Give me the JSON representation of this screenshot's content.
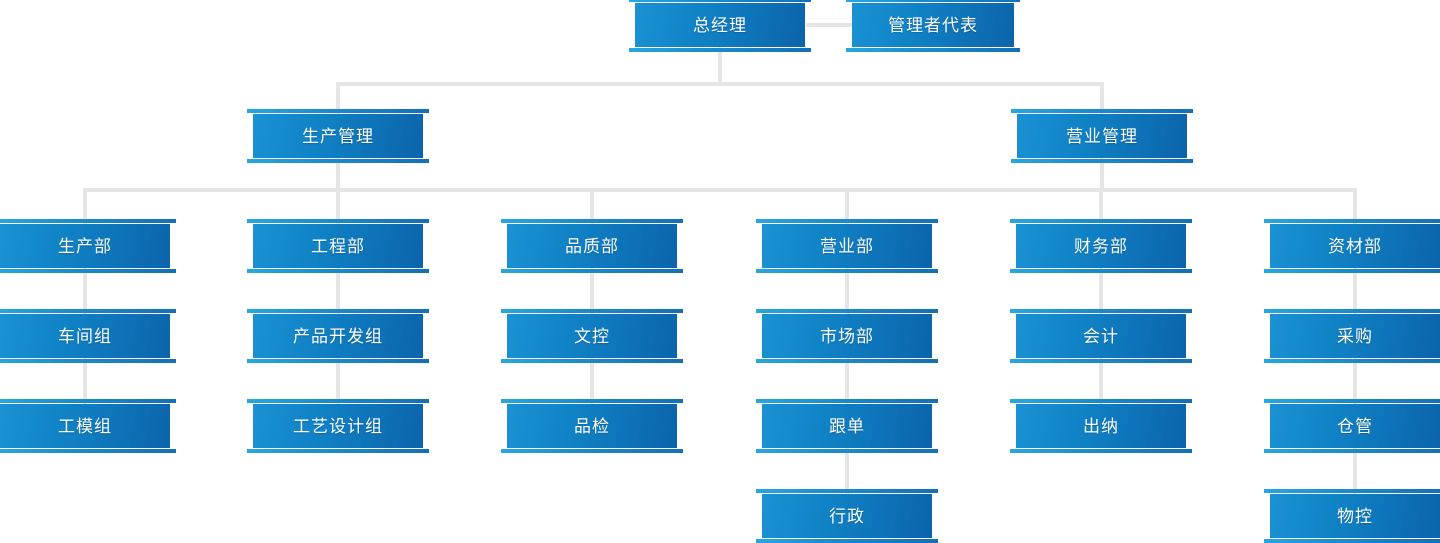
{
  "chart_title": "",
  "theme": {
    "box_gradient_from": "#1a92d4",
    "box_gradient_to": "#0c64ab",
    "accent_bar": "#28a7e0",
    "connector": "#e5e5e5",
    "text": "#ffffff",
    "background": "#ffffff"
  },
  "nodes": {
    "general_manager": "总经理",
    "management_rep": "管理者代表",
    "production_mgmt": "生产管理",
    "business_mgmt": "营业管理",
    "production_dept": "生产部",
    "engineering_dept": "工程部",
    "quality_dept": "品质部",
    "sales_dept": "营业部",
    "finance_dept": "财务部",
    "materials_dept": "资材部",
    "workshop_group": "车间组",
    "product_dev_group": "产品开发组",
    "doc_control": "文控",
    "marketing_dept": "市场部",
    "accounting": "会计",
    "purchasing": "采购",
    "tooling_group": "工模组",
    "process_design_group": "工艺设计组",
    "quality_inspection": "品检",
    "order_follow_up": "跟单",
    "cashier": "出纳",
    "warehouse": "仓管",
    "administration": "行政",
    "material_control": "物控"
  },
  "hierarchy": {
    "root": "总经理",
    "staff": [
      "管理者代表"
    ],
    "level2": [
      "生产管理",
      "营业管理"
    ],
    "level3": [
      "生产部",
      "工程部",
      "品质部",
      "营业部",
      "财务部",
      "资材部"
    ],
    "branches": [
      {
        "dept": "生产部",
        "children": [
          "车间组",
          "工模组"
        ]
      },
      {
        "dept": "工程部",
        "children": [
          "产品开发组",
          "工艺设计组"
        ]
      },
      {
        "dept": "品质部",
        "children": [
          "文控",
          "品检"
        ]
      },
      {
        "dept": "营业部",
        "children": [
          "市场部",
          "跟单",
          "行政"
        ]
      },
      {
        "dept": "财务部",
        "children": [
          "会计",
          "出纳"
        ]
      },
      {
        "dept": "资材部",
        "children": [
          "采购",
          "仓管",
          "物控"
        ]
      }
    ]
  }
}
